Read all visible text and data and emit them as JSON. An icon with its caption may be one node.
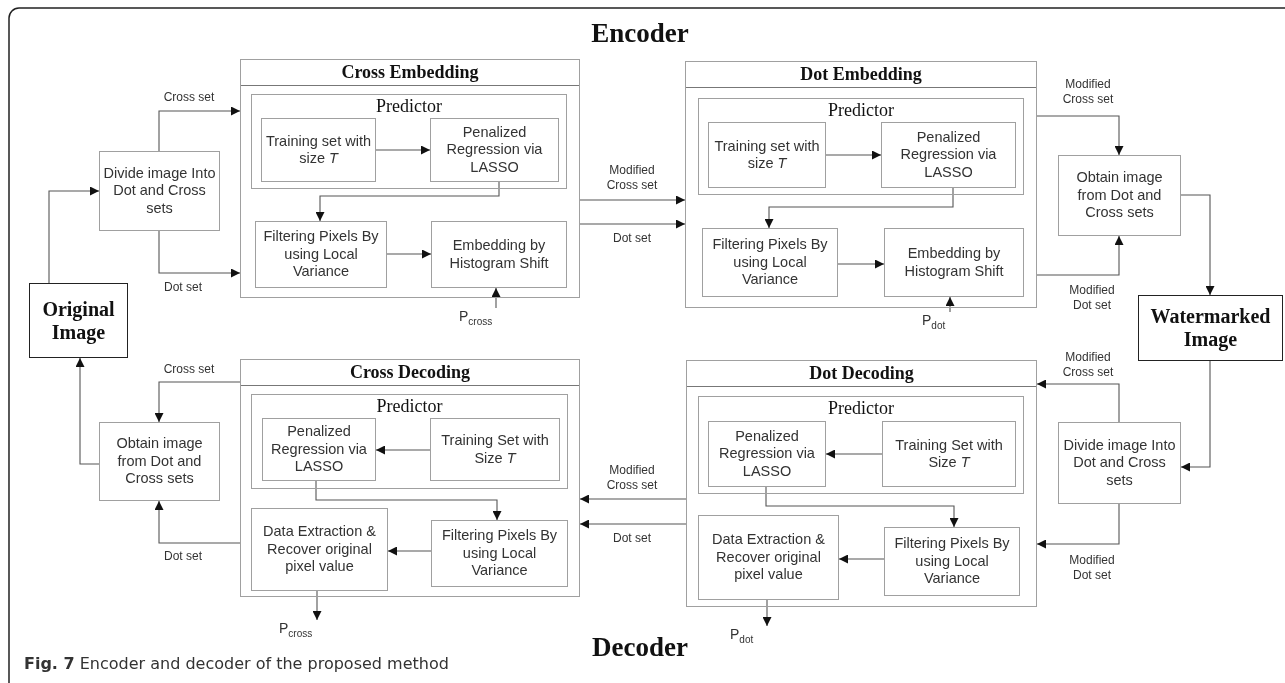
{
  "diagram": {
    "title": "Encoder",
    "caption": "**Fig. 7** Encoder and decoder of the proposed method",
    "nodes": [
      {
        "text": [
          "Original Image"
        ]
      },
      {
        "text": [
          "Divide image Into Dot and Cross sets"
        ]
      },
      {
        "text": [
          "Cross Embedding"
        ]
      },
      {
        "text": [
          "Predictor"
        ],
        "in": 2
      },
      {
        "text": [
          "Training set with size *T*"
        ],
        "in": 3
      },
      {
        "text": [
          "Penalized Regression via LASSO"
        ],
        "in": 3
      },
      {
        "text": [
          "Filtering Pixels By using Local Variance"
        ],
        "in": 2
      },
      {
        "text": [
          "Embedding by Histogram Shift"
        ],
        "in": 2
      },
      {
        "text": [
          "Dot Embedding"
        ]
      },
      {
        "text": [
          "Predictor"
        ],
        "in": 8
      },
      {
        "text": [
          "Training set with size *T*"
        ],
        "in": 9
      },
      {
        "text": [
          "Penalized Regression via LASSO"
        ],
        "in": 9
      },
      {
        "text": [
          "Filtering Pixels By using Local Variance"
        ],
        "in": 8
      },
      {
        "text": [
          "Embedding by Histogram Shift"
        ],
        "in": 8
      },
      {
        "text": [
          "Obtain image from Dot and Cross sets"
        ]
      },
      {
        "text": [
          "Watermarked Image"
        ]
      },
      {
        "text": [
          "Cross Decoding"
        ]
      },
      {
        "text": [
          "Predictor"
        ],
        "in": 16
      },
      {
        "text": [
          "Penalized Regression via LASSO"
        ],
        "in": 17
      },
      {
        "text": [
          "Training Set with Size *T*"
        ],
        "in": 17
      },
      {
        "text": [
          "Data Extraction & Recover original pixel value"
        ],
        "in": 16
      },
      {
        "text": [
          "Filtering Pixels By using Local Variance"
        ],
        "in": 16
      },
      {
        "text": [
          "Dot Decoding"
        ]
      },
      {
        "text": [
          "Predictor"
        ],
        "in": 22
      },
      {
        "text": [
          "Penalized Regression via LASSO"
        ],
        "in": 23
      },
      {
        "text": [
          "Training Set with Size *T*"
        ],
        "in": 23
      },
      {
        "text": [
          "Data Extraction & Recover original pixel value"
        ],
        "in": 22
      },
      {
        "text": [
          "Filtering Pixels By using Local Variance"
        ],
        "in": 22
      },
      {
        "text": [
          "Divide image Into Dot and Cross sets"
        ]
      },
      {
        "text": [
          "Obtain image from Dot and Cross sets"
        ]
      },
      {
        "text": [
          "P$_{cross}$"
        ]
      },
      {
        "text": [
          "P$_{dot}$"
        ]
      },
      {
        "text": [
          "P$_{cross}$"
        ]
      },
      {
        "text": [
          "P$_{dot}$"
        ]
      }
    ],
    "edges": [
      {
        "from": 0,
        "to": 1,
        "arrow": "to"
      },
      {
        "from": 1,
        "to": 2,
        "arrow": "to",
        "label": "Cross set"
      },
      {
        "from": 1,
        "to": 2,
        "arrow": "to",
        "label": "Dot set"
      },
      {
        "from": 4,
        "to": 5,
        "arrow": "to"
      },
      {
        "from": 5,
        "to": 6,
        "arrow": "to"
      },
      {
        "from": 6,
        "to": 7,
        "arrow": "to"
      },
      {
        "from": 30,
        "to": 7,
        "arrow": "to"
      },
      {
        "from": 2,
        "to": 8,
        "arrow": "to",
        "label": "Modified Cross set"
      },
      {
        "from": 2,
        "to": 8,
        "arrow": "to",
        "label": "Dot set"
      },
      {
        "from": 10,
        "to": 11,
        "arrow": "to"
      },
      {
        "from": 11,
        "to": 12,
        "arrow": "to"
      },
      {
        "from": 12,
        "to": 13,
        "arrow": "to"
      },
      {
        "from": 31,
        "to": 13,
        "arrow": "to"
      },
      {
        "from": 8,
        "to": 14,
        "arrow": "to",
        "label": "Modified Cross set"
      },
      {
        "from": 8,
        "to": 14,
        "arrow": "to",
        "label": "Modified Dot set"
      },
      {
        "from": 14,
        "to": 15,
        "arrow": "to"
      },
      {
        "from": 15,
        "to": 28,
        "arrow": "to"
      },
      {
        "from": 28,
        "to": 22,
        "arrow": "to",
        "label": "Modified Cross set"
      },
      {
        "from": 28,
        "to": 22,
        "arrow": "to",
        "label": "Modified Dot set"
      },
      {
        "from": 22,
        "to": 16,
        "arrow": "to",
        "label": "Modified Cross set"
      },
      {
        "from": 22,
        "to": 16,
        "arrow": "to",
        "label": "Dot set"
      },
      {
        "from": 25,
        "to": 24,
        "arrow": "to"
      },
      {
        "from": 24,
        "to": 27,
        "arrow": "to"
      },
      {
        "from": 27,
        "to": 26,
        "arrow": "to"
      },
      {
        "from": 26,
        "to": 33,
        "arrow": "to"
      },
      {
        "from": 19,
        "to": 18,
        "arrow": "to"
      },
      {
        "from": 18,
        "to": 21,
        "arrow": "to"
      },
      {
        "from": 21,
        "to": 20,
        "arrow": "to"
      },
      {
        "from": 20,
        "to": 32,
        "arrow": "to"
      },
      {
        "from": 16,
        "to": 29,
        "arrow": "to",
        "label": "Cross set"
      },
      {
        "from": 16,
        "to": 29,
        "arrow": "to",
        "label": "Dot set"
      },
      {
        "from": 29,
        "to": 0,
        "arrow": "to"
      }
    ],
    "labels": [
      "Decoder"
    ]
  }
}
